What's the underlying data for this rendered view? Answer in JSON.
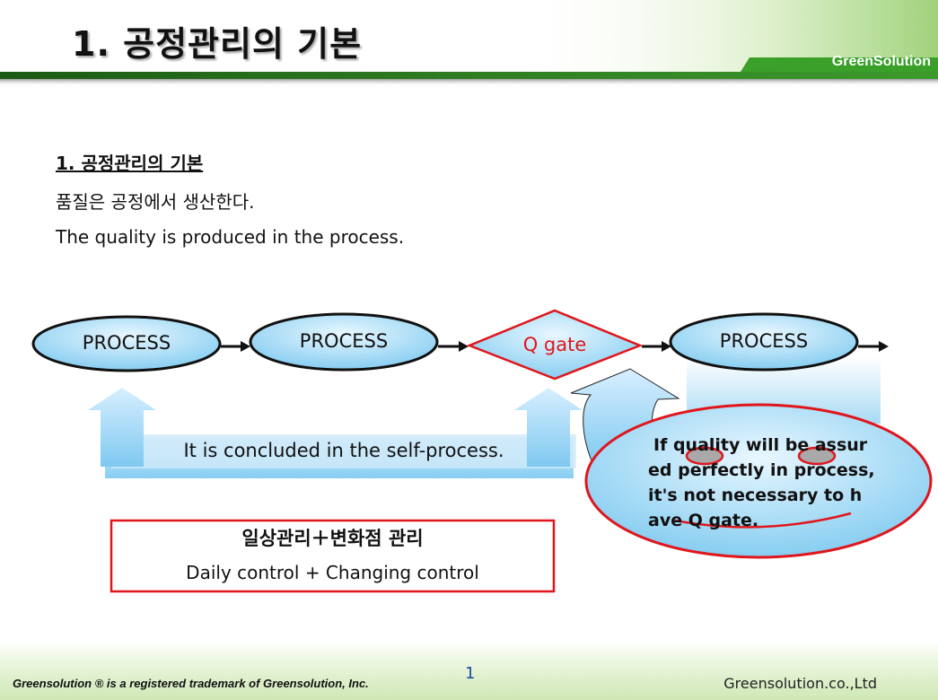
{
  "header": {
    "title": "1. 공정관리의 기본",
    "brand": "GreenSolution"
  },
  "content": {
    "subheading": "1. 공정관리의 기본",
    "line_korean": "품질은 공정에서 생산한다.",
    "line_english": "The quality is produced in the process."
  },
  "flow": {
    "process_1": "PROCESS",
    "process_2": "PROCESS",
    "gate": "Q gate",
    "process_3": "PROCESS",
    "self_process_note": "It is concluded in the self-process."
  },
  "callout": {
    "lines": [
      "If quality will be assur",
      "ed perfectly in process,",
      "it's not necessary to h",
      "ave Q gate."
    ]
  },
  "control_box": {
    "korean": "일상관리＋변화점 관리",
    "english": "Daily control + Changing control"
  },
  "footer": {
    "trademark": "Greensolution ® is a registered trademark of Greensolution, Inc.",
    "page_number": "1",
    "company": "Greensolution.co.,Ltd"
  },
  "colors": {
    "header_green": "#3a8a2a",
    "shape_blue": "#9dd6f2",
    "outline_red": "#e0161c"
  }
}
